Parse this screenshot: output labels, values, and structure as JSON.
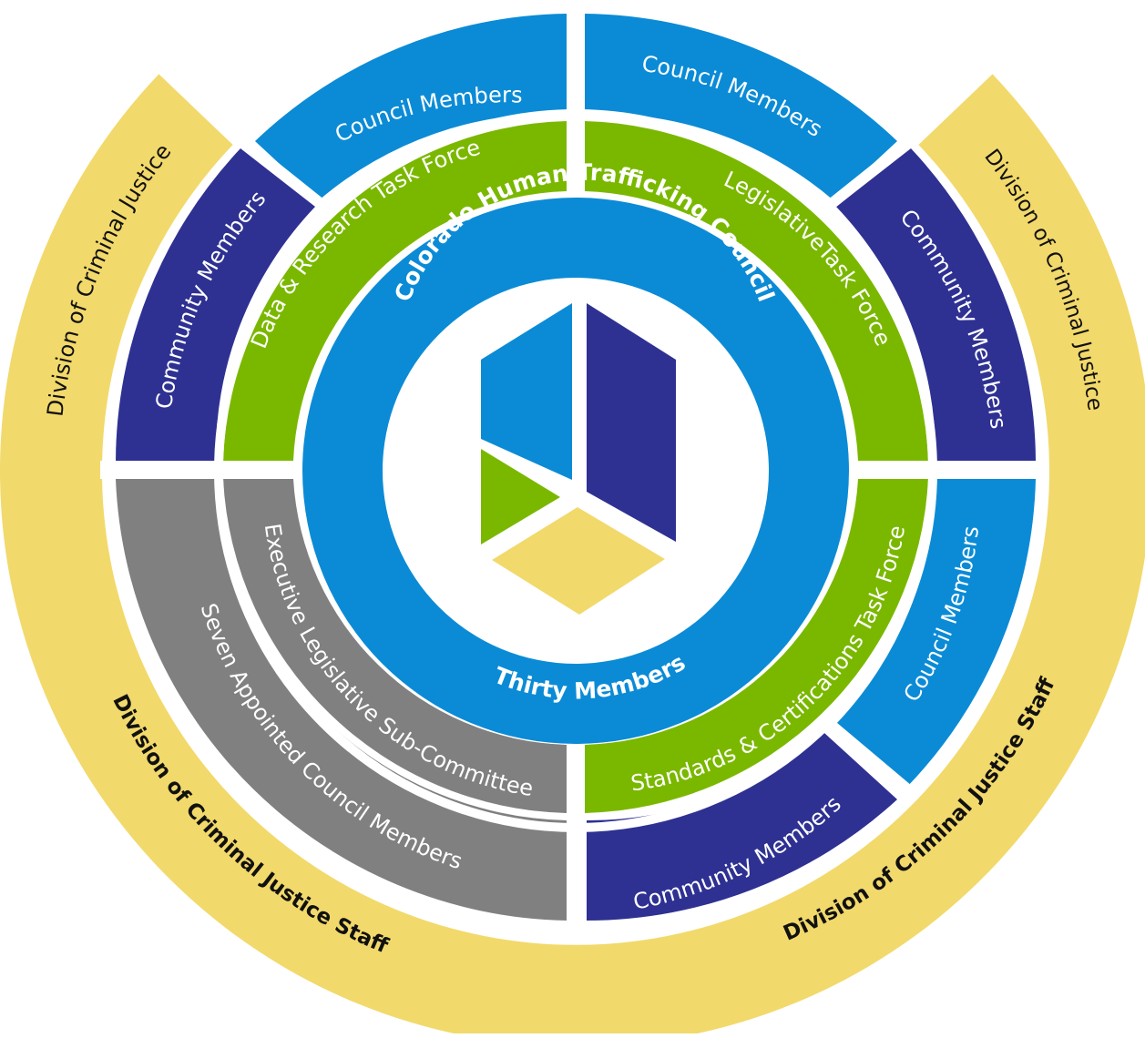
{
  "colors": {
    "yellow": "#f2d96b",
    "blue": "#0b8bd6",
    "navy": "#2e3192",
    "green": "#7ab800",
    "gray": "#808080",
    "white": "#ffffff"
  },
  "labels": {
    "center_title": "Colorado Human Trafficking Council",
    "center_subtitle": "Thirty Members",
    "data_task_force": "Data & Research Task Force",
    "council_members_top_left": "Council Members",
    "council_members_top_right": "Council Members",
    "council_members_right": "Council Members",
    "legislative_task_force": "LegislativeTask Force",
    "community_members_right": "Community Members",
    "community_members_left": "Community Members",
    "community_members_bottom": "Community Members",
    "standards_task_force": "Standards & Certifications Task Force",
    "executive_subcommittee": "Executive Legislative Sub-Committee",
    "seven_appointed": "Seven Appointed Council Members",
    "dcj_left": "Division of Criminal Justice",
    "dcj_right": "Division of Criminal Justice",
    "dcj_staff_left": "Division of Criminal Justice Staff",
    "dcj_staff_right": "Division of Criminal Justice Staff"
  }
}
